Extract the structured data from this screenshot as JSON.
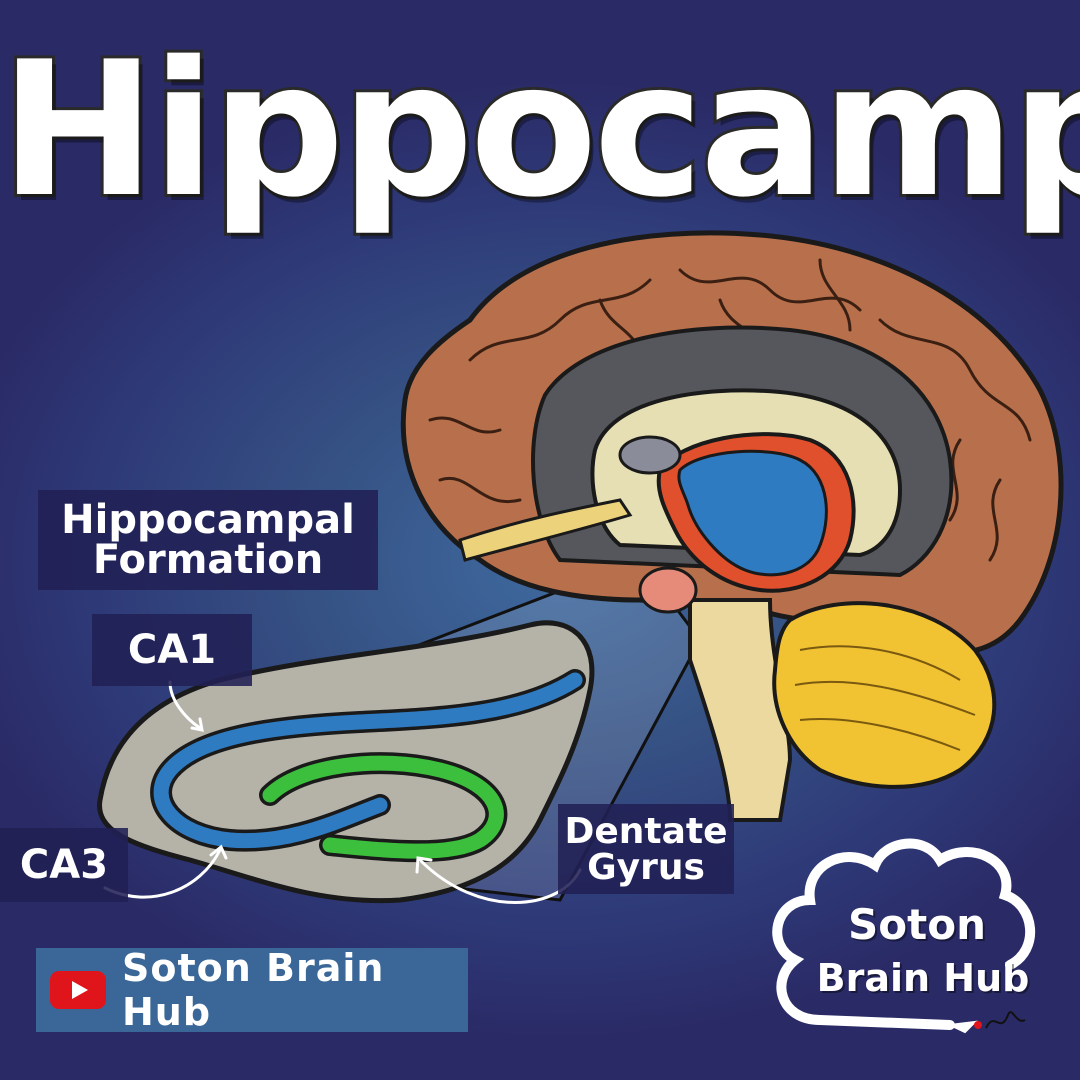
{
  "title": "Hippocampus",
  "labels": {
    "hippocampal_formation_line1": "Hippocampal",
    "hippocampal_formation_line2": "Formation",
    "ca1": "CA1",
    "ca3": "CA3",
    "dentate_line1": "Dentate",
    "dentate_line2": "Gyrus"
  },
  "youtube_badge": {
    "icon": "youtube-play-icon",
    "text": "Soton Brain Hub"
  },
  "logo": {
    "icon": "brain-cloud-logo",
    "line1": "Soton",
    "line2": "Brain Hub"
  },
  "colors": {
    "background": "#2d2c6b",
    "cortex": "#b8704c",
    "cornu_ammonis": "#2f7bc2",
    "dentate_gyrus": "#3cbf3c",
    "thalamus_region": "#e0502c",
    "cerebellum": "#f1c232",
    "brainstem": "#ecd9a0",
    "youtube_red": "#e0141b"
  }
}
